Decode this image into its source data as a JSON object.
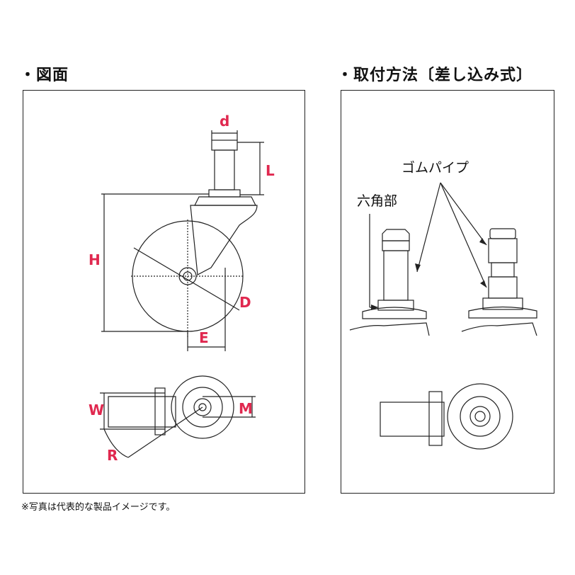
{
  "headings": {
    "drawing": "・図面",
    "mounting": "・取付方法〔差し込み式〕"
  },
  "dimensions": {
    "d": "d",
    "L": "L",
    "H": "H",
    "D": "D",
    "E": "E",
    "W": "W",
    "M": "M",
    "R": "R"
  },
  "callouts": {
    "rubber_pipe": "ゴムパイプ",
    "hex_part": "六角部"
  },
  "note": "※写真は代表的な製品イメージです。",
  "colors": {
    "dimension_label": "#e0284f",
    "line": "#222222"
  }
}
